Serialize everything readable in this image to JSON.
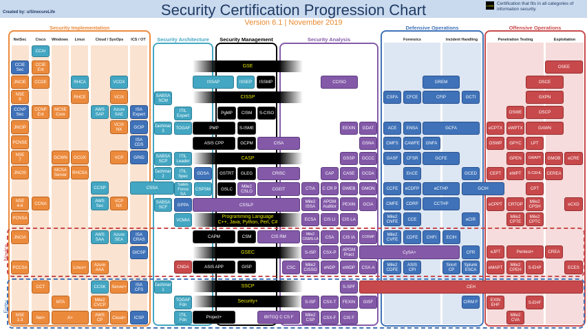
{
  "header": {
    "title": "Security Certification Progression Chart",
    "subtitle": "Version 6.1 | November 2019",
    "credit": "Created by: u/SinecureLife",
    "legend_badge": "CORE",
    "legend_text": "Certification that fits in all categories of information security."
  },
  "colors": {
    "implementation": "#ec8a3c",
    "architecture": "#43a6c2",
    "management": "#000000",
    "analysis": "#8359a8",
    "defensive": "#3f72b8",
    "offensive": "#c8494b",
    "core_text": "#e8e800"
  },
  "panels": {
    "implementation": "Security Implementation",
    "architecture": "Security Architecture",
    "management": "Security Management",
    "analysis": "Security Analysis",
    "defensive": "Defensive Operations",
    "offensive": "Offensive Operations"
  },
  "columns": {
    "netsec": "NetSec",
    "cisco": "Cisco",
    "windows": "Windows",
    "linux": "Linux",
    "cloud": "Cloud / SysOps",
    "ics": "ICS / OT",
    "forensics": "Forensics",
    "incident": "Incident Handling",
    "pentest": "Penetration Testing",
    "exploitation": "Exploitation"
  },
  "bands": {
    "novice": "Novice",
    "entry": "Entry"
  },
  "core": {
    "gse": "GSE",
    "cissp": "CISSP",
    "casp": "CASP",
    "prog": "Programming Language\nC++, Java, Python, Perl, C#",
    "gsec": "GSEC",
    "sscp": "SSCP",
    "secplus": "Security+"
  },
  "certs": {
    "ccar": "CCAr",
    "ccie_sec": "CCIE\nSec",
    "ccie_ent": "CCIE\nEnt",
    "jncie": "JNCIE",
    "ccde": "CCDE",
    "rhca": "RHCA",
    "vcdx": "VCDX",
    "nse8": "NSE\n8",
    "rhce": "RHCE",
    "vcix": "VCIX",
    "ccnp_sec": "CCNP\nSec",
    "ccnp_ent": "CCNP\nEnt",
    "mcse": "MCSE\nCore",
    "aws_sap": "AWS\nSAP",
    "az_sae": "Azure\nSAE",
    "isa_exp": "ISA\nExpert",
    "jncip": "JNCIP",
    "vcix_nx": "VCIX\nNX",
    "gcip": "GCIP",
    "pcnse": "PCNSE",
    "isa_cds": "ISA\nCDS",
    "nse7": "NSE\n7",
    "gcwn": "GCWN",
    "gcux": "GCUX",
    "vcp": "VCP",
    "grid": "GRID",
    "jncis": "JNCIS",
    "mcsa": "MCSA\nServer",
    "rhcsa": "RHCSA",
    "ccsp": "CCSP",
    "cssa": "CSSA",
    "nse46": "NSE\n4-6",
    "ccna": "CCNA",
    "aws_sec": "AWS\nSec",
    "vcp_nx": "VCP\nNX",
    "pcnsa": "PCNSA",
    "jncia": "JNCIA",
    "aws_saa": "AWS\nSAA",
    "az_sea": "Azure\nSEA",
    "isa_cras": "ISA\nCRAS",
    "gicsp": "GICSP",
    "pccsa": "PCCSA",
    "linuxplus": "Linux+",
    "az_aaa": "Azure\nAAA",
    "cct": "CCT",
    "ccsk": "CCSK",
    "serverplus": "Server+",
    "isa_cfs": "ISA\nCFS",
    "mta": "MTA",
    "mile2_cvcp": "Mile2\nCVCP",
    "nse13": "NSE\n1-3",
    "netplus": "Net+",
    "aplus": "A+",
    "aws_cp": "AWS\nCP",
    "cloudplus": "Cloud+",
    "icsp": "ICSP",
    "issap": "ISSAP",
    "issep": "ISSEP",
    "issmp": "ISSMP",
    "sabsa_scm": "SABSA\nSCM",
    "itil_exp": "ITIL\nExpert",
    "pgmp": "PgMP",
    "cism": "CISM",
    "s_ciso": "S-CISO",
    "zach3": "Zachman\n3",
    "togaf": "TOGAF",
    "pmp": "PMP",
    "s_isme": "S-ISME",
    "asis_cpp": "ASIS CPP",
    "gcpm": "GCPM",
    "cisa": "CISA",
    "sabsa_scp": "SABSA\nSCP",
    "itil_lead": "ITIL\nLeader",
    "zach2": "Zachman\n2",
    "itil_spec": "ITIL\nSpec",
    "gdsa": "GDSA",
    "gstrt": "GSTRT",
    "gleg": "GLEG",
    "crisc": "CRISC",
    "sfsa": "Sales\nForce SA",
    "cspsm": "CSPSM",
    "gslc": "GSLC",
    "mile2_cslo": "Mile2\nCSLO",
    "cgeit": "CGEIT",
    "sabsa_scf": "SABSA\nSCF",
    "gppa": "GPPA",
    "csslp": "CSSLP",
    "vcmia": "VCMIA",
    "capm": "CAPM",
    "csm": "CSM",
    "cis_rm": "CIS RM",
    "cnda": "CNDA",
    "asis_app": "ASIS APP",
    "gisp": "GISP",
    "zach1": "Zachman\n1",
    "togaf_fdn": "TOGAF\nFdn",
    "itil_fdn": "ITIL\nFdn",
    "projplus": "Project+",
    "ibitgq": "IBITGQ C CS F",
    "cciso": "CCISO",
    "eexin": "EEXIN",
    "gdat": "GDAT",
    "gsna": "GSNA",
    "gssp": "GSSP",
    "gccc": "GCCC",
    "cap": "CAP",
    "case": "CASE",
    "gcda": "GCDA",
    "ctia": "CTIA",
    "ccrp": "C CR P",
    "gweb": "GWEB",
    "gmon": "GMON",
    "mile2_issa": "Mile2\nISSA",
    "apgm_aud": "APGM\nAuditor",
    "pexin": "PEXIN",
    "gcia": "GCIA",
    "ecsa": "ECSA",
    "cis_li": "CIS LI",
    "cis_la": "CIS LA",
    "mile2_cismsla": "Mile2\nCISMS-LA",
    "csa": "CSA",
    "cis_ia": "CIS IA",
    "ccrmp": "CCRMP",
    "s_isp": "S-ISP",
    "csx_p": "CSX-P",
    "apgm_pract": "APGM\nPract",
    "cysa": "CySA+",
    "csc": "CSC",
    "mile2_cisso": "Mile2\nCISSO",
    "endp": "eNDP",
    "ewdp": "eWDP",
    "csx_a": "CSX-A",
    "s_spf": "S-SPF",
    "s_isf": "S-ISF",
    "csx_t": "CSX-T",
    "fexin": "FEXIN",
    "gisf": "GISF",
    "mile2_csp": "Mile2\nCSP",
    "csx_f": "CSX-F",
    "cis_f": "CIS F",
    "grem": "GREM",
    "csfa": "CSFA",
    "cfce": "CFCE",
    "cfip": "CFIP",
    "gcti": "GCTI",
    "ace": "ACE",
    "ensa": "ENSA",
    "gcfa": "GCFA",
    "cmfs": "CMFS",
    "cawfe": "CAWFE",
    "gnfa": "GNFA",
    "gasf": "GASF",
    "cfsr": "CFSR",
    "gcfe": "GCFE",
    "ence": "EnCE",
    "gced": "GCED",
    "ccfe": "CCFE",
    "ecdfp": "eCDFP",
    "ecthp": "eCTHP",
    "gcih": "GCIH",
    "cmfe": "CMFE",
    "cdrp": "CDRP",
    "ccthp": "CCTHP",
    "mile2_cnfe": "Mile2\nCNFE",
    "cce": "CCE",
    "ecir": "eCIR",
    "mile2_cvfe": "Mile2\nCVFE",
    "cdfe": "CDFE",
    "chfi": "CHFI",
    "ecih": "ECIH",
    "cfr": "CFR",
    "mile2_cdfe": "Mile2\nCDFE",
    "asis_cpi": "ASIS\nCPI",
    "snort": "Snort\nCP",
    "splunk": "Splunk\nESCA",
    "cirmf": "CIRM F",
    "osee": "OSEE",
    "osce": "OSCE",
    "gxpn": "GXPN",
    "oswe": "OSWE",
    "oscp": "OSCP",
    "ecptx": "eCPTX",
    "ewptx": "eWPTX",
    "gawn": "GAWN",
    "oswp": "OSWP",
    "gpyc": "GPYC",
    "lpt": "LPT",
    "gpen": "GPEN",
    "gwapt": "GWAPT",
    "gmob": "GMOB",
    "ecre": "eCRE",
    "cept": "CEPT",
    "ewpt": "eWPT",
    "s_cehl": "S-CEHL",
    "cerea": "CEREA",
    "cpt": "CPT",
    "ecppt": "eCPPT",
    "crtop": "CRTOP",
    "mile2_cpsh": "Mile2\nCPSH",
    "ecxd": "eCXD",
    "mile2_cpte": "Mile2\nCPTE",
    "mile2_cptc": "Mile2\nCPTC",
    "ejpt": "eJPT",
    "pentestplus": "Pentest+",
    "crea": "CREA",
    "emapt": "eMAPT",
    "mile2_cpeh": "Mile2\nCPEH",
    "s_ehp": "S-EHP",
    "eces": "ECES",
    "ceh": "CEH",
    "exin_ehf": "EXIN\nEHF",
    "s_ehf": "S-EHF",
    "mile2_cva": "Mile2\nCVA"
  }
}
